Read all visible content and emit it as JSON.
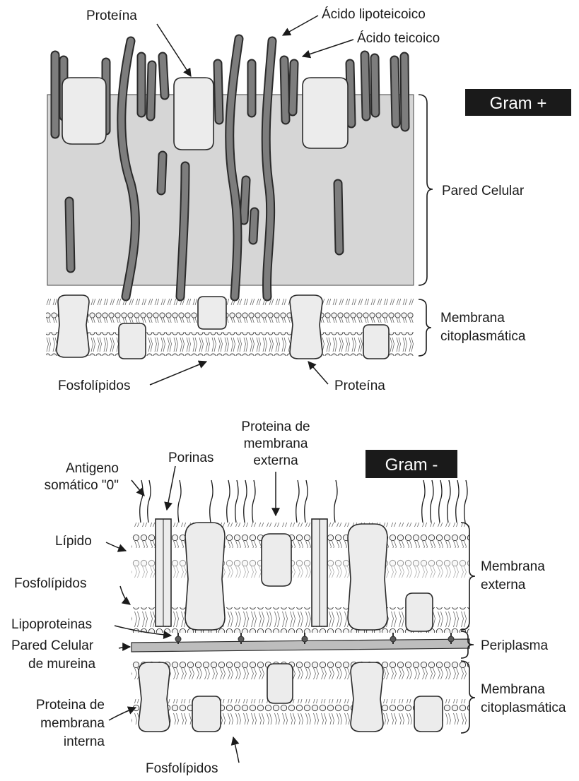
{
  "gram_positive": {
    "badge": "Gram +",
    "labels": {
      "protein_top": "Proteína",
      "lipoteichoic": "Ácido lipoteicoico",
      "teichoic": "Ácido teicoico",
      "cell_wall": "Pared Celular",
      "membrane_line1": "Membrana",
      "membrane_line2": "citoplasmática",
      "phospholipids": "Fosfolípidos",
      "protein_bottom": "Proteína"
    }
  },
  "gram_negative": {
    "badge": "Gram -",
    "labels": {
      "antigen_line1": "Antigeno",
      "antigen_line2": "somático \"0\"",
      "porins": "Porinas",
      "outer_protein_line1": "Proteina de",
      "outer_protein_line2": "membrana",
      "outer_protein_line3": "externa",
      "lipid": "Lípido",
      "phospholipids_top": "Fosfolípidos",
      "lipoproteins": "Lipoproteinas",
      "murein_line1": "Pared Celular",
      "murein_line2": "de mureina",
      "inner_protein_line1": "Proteina de",
      "inner_protein_line2": "membrana",
      "inner_protein_line3": "interna",
      "phospholipids_bottom": "Fosfolípidos",
      "outer_membrane_line1": "Membrana",
      "outer_membrane_line2": "externa",
      "periplasm": "Periplasma",
      "cyto_membrane_line1": "Membrana",
      "cyto_membrane_line2": "citoplasmática"
    }
  },
  "colors": {
    "cell_wall_fill": "#d6d6d6",
    "rod_fill": "#7d7d7d",
    "protein_fill": "#ececec",
    "badge_bg": "#1a1a1a",
    "ink": "#1a1a1a"
  }
}
